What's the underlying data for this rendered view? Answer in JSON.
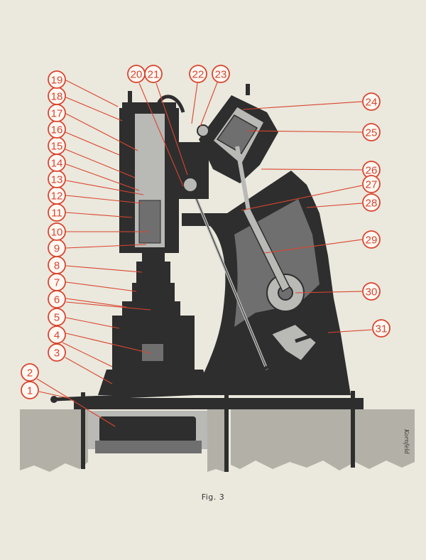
{
  "colors": {
    "background": "#ebe8dd",
    "callout": "#d9452f",
    "machine_dark": "#2e2e2e",
    "machine_mid": "#6f6f6f",
    "machine_light": "#b9b9b6",
    "foundation": "#b2b0a7"
  },
  "caption": "Fig. 3",
  "signature": "Kornfeld",
  "callouts": [
    "1",
    "2",
    "3",
    "4",
    "5",
    "6",
    "7",
    "8",
    "9",
    "10",
    "11",
    "12",
    "13",
    "14",
    "15",
    "16",
    "17",
    "18",
    "19",
    "20",
    "21",
    "22",
    "23",
    "24",
    "25",
    "26",
    "27",
    "28",
    "29",
    "30",
    "31"
  ]
}
